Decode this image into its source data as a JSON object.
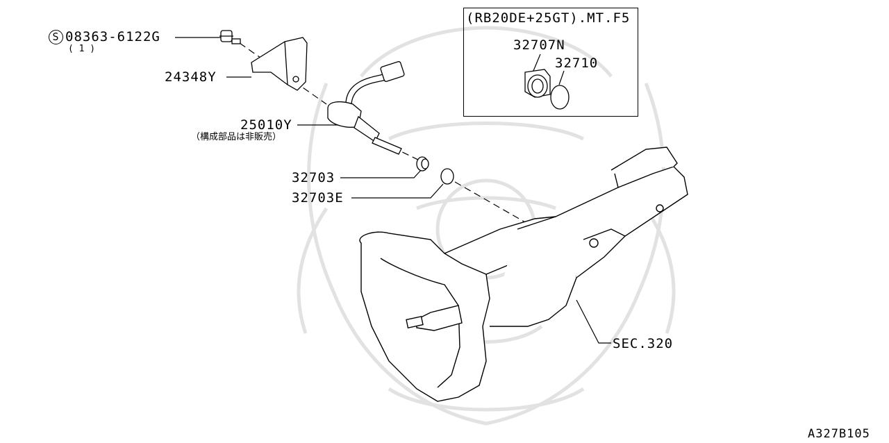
{
  "labels": {
    "bolt_symbol": "S",
    "bolt_part": "08363-6122G",
    "bolt_qty": "( 1 )",
    "bracket_part": "24348Y",
    "sensor_part": "25010Y",
    "sensor_note": "（構成部品は非販売）",
    "gear_part": "32703",
    "clip_part": "32703E",
    "housing_ref": "SEC.320",
    "diagram_code": "A327B105"
  },
  "inset": {
    "title": "(RB20DE+25GT).MT.F5",
    "part_a": "32707N",
    "part_b": "32710"
  },
  "colors": {
    "line": "#000000",
    "watermark": "#e2e2e2",
    "background": "#ffffff"
  }
}
